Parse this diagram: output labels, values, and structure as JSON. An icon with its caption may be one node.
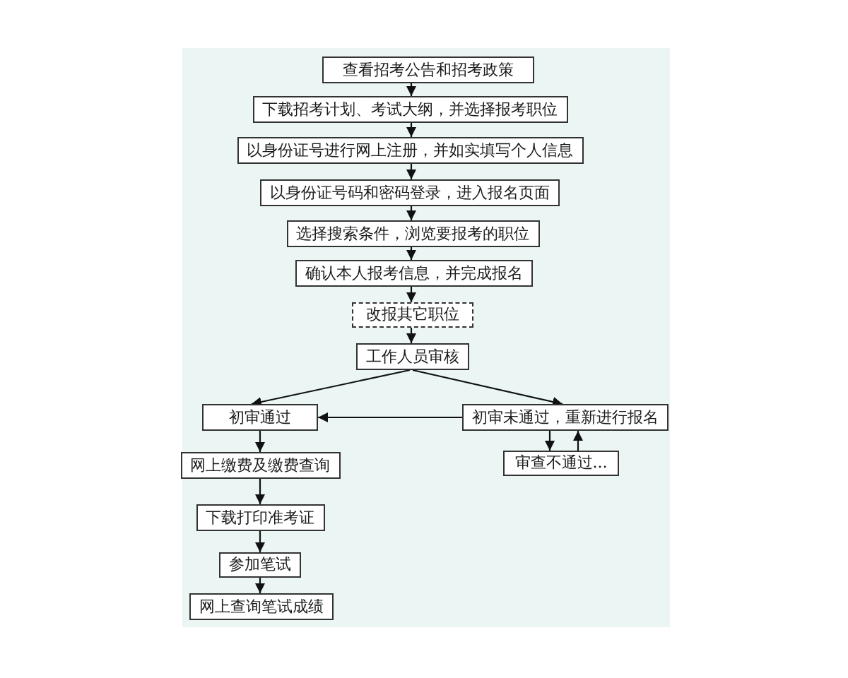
{
  "diagram": {
    "nodes": [
      {
        "text": [
          "查看招考公告和招考政策"
        ]
      },
      {
        "text": [
          "下载招考计划、考试大纲，并选择报考职位"
        ]
      },
      {
        "text": [
          "以身份证号进行网上注册，并如实填写个人信息"
        ]
      },
      {
        "text": [
          "以身份证号码和密码登录，进入报名页面"
        ]
      },
      {
        "text": [
          "选择搜索条件，浏览要报考的职位"
        ]
      },
      {
        "text": [
          "确认本人报考信息，并完成报名"
        ]
      },
      {
        "text": [
          "改报其它职位"
        ]
      },
      {
        "text": [
          "工作人员审核"
        ]
      },
      {
        "text": [
          "初审通过"
        ]
      },
      {
        "text": [
          "初审未通过，重新进行报名"
        ]
      },
      {
        "text": [
          "网上缴费及缴费查询"
        ]
      },
      {
        "text": [
          "审查不通过..."
        ]
      },
      {
        "text": [
          "下载打印准考证"
        ]
      },
      {
        "text": [
          "参加笔试"
        ]
      },
      {
        "text": [
          "网上查询笔试成绩"
        ]
      }
    ],
    "edges": [
      {
        "from": 0,
        "to": 1,
        "arrow": "to"
      },
      {
        "from": 1,
        "to": 2,
        "arrow": "to"
      },
      {
        "from": 2,
        "to": 3,
        "arrow": "to"
      },
      {
        "from": 3,
        "to": 4,
        "arrow": "to"
      },
      {
        "from": 4,
        "to": 5,
        "arrow": "to"
      },
      {
        "from": 5,
        "to": 6,
        "arrow": "to"
      },
      {
        "from": 6,
        "to": 7,
        "arrow": "to"
      },
      {
        "from": 7,
        "to": 8,
        "arrow": "to"
      },
      {
        "from": 7,
        "to": 9,
        "arrow": "to"
      },
      {
        "from": 9,
        "to": 8,
        "arrow": "to"
      },
      {
        "from": 8,
        "to": 10,
        "arrow": "to"
      },
      {
        "from": 10,
        "to": 12,
        "arrow": "to"
      },
      {
        "from": 12,
        "to": 13,
        "arrow": "to"
      },
      {
        "from": 13,
        "to": 14,
        "arrow": "to"
      },
      {
        "from": 9,
        "to": 11,
        "arrow": "to"
      },
      {
        "from": 11,
        "to": 9,
        "arrow": "to"
      }
    ]
  }
}
